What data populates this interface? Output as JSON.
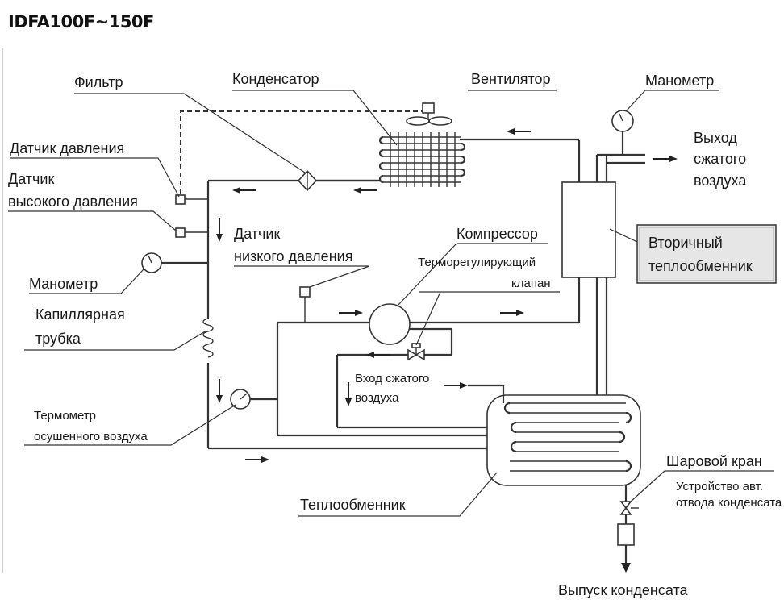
{
  "diagram": {
    "title": "IDFA100F~150F",
    "labels": {
      "filter": "Фильтр",
      "condenser": "Конденсатор",
      "fan": "Вентилятор",
      "manometer_top": "Манометр",
      "outlet_line1": "Выход",
      "outlet_line2": "сжатого",
      "outlet_line3": "воздуха",
      "pressure_sensor": "Датчик давления",
      "hp_sensor_line1": "Датчик",
      "hp_sensor_line2": "высокого давления",
      "lp_sensor_line1": "Датчик",
      "lp_sensor_line2": "низкого давления",
      "compressor": "Компрессор",
      "tx_valve_line1": "Терморегулирующий",
      "tx_valve_line2": "клапан",
      "secondary_hx_line1": "Вторичный",
      "secondary_hx_line2": "теплообменник",
      "manometer_left": "Манометр",
      "capillary_line1": "Капиллярная",
      "capillary_line2": "трубка",
      "inlet_line1": "Вход сжатого",
      "inlet_line2": "воздуха",
      "thermometer_line1": "Термометр",
      "thermometer_line2": "осушенного воздуха",
      "ball_valve": "Шаровой кран",
      "drain_device_line1": "Устройство авт.",
      "drain_device_line2": "отвода конденсата",
      "heat_exchanger": "Теплообменник",
      "condensate_outlet": "Выпуск конденсата"
    },
    "colors": {
      "line": "#333333",
      "text": "#1a1a1a",
      "box_fill": "#e6e6e6"
    }
  }
}
